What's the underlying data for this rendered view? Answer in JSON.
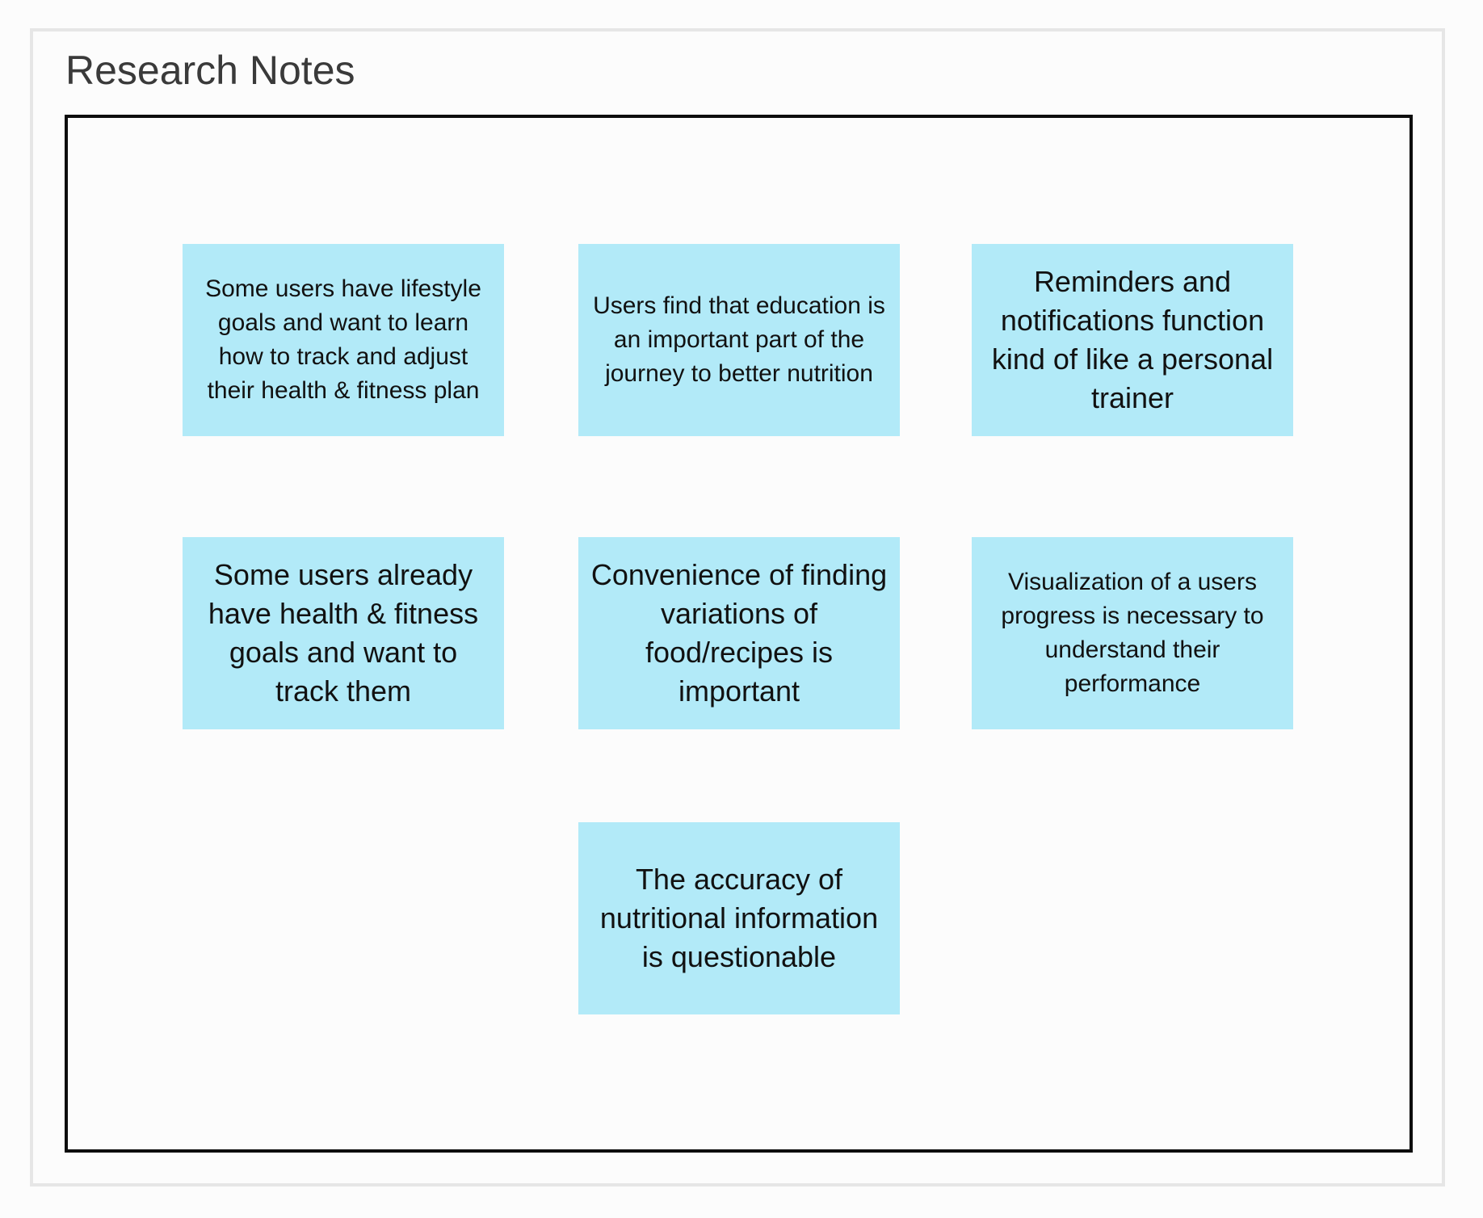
{
  "title": "Research Notes",
  "notes": [
    {
      "text": "Some users have lifestyle goals and want to learn how to track and adjust their health & fitness plan"
    },
    {
      "text": "Users find that education is an important part of the journey to better nutrition"
    },
    {
      "text": "Reminders and notifications function kind of like a personal trainer"
    },
    {
      "text": "Some users already have health & fitness goals and want to track them"
    },
    {
      "text": "Convenience of finding variations of food/recipes is important"
    },
    {
      "text": "Visualization of a users progress is necessary to understand their performance"
    },
    {
      "text": "The accuracy of nutritional information is questionable"
    }
  ],
  "colors": {
    "note_fill": "#b2eaf8",
    "board_border": "#0d0d0d",
    "panel_border": "#e6e6e6",
    "title_text": "#3a3a3a"
  }
}
